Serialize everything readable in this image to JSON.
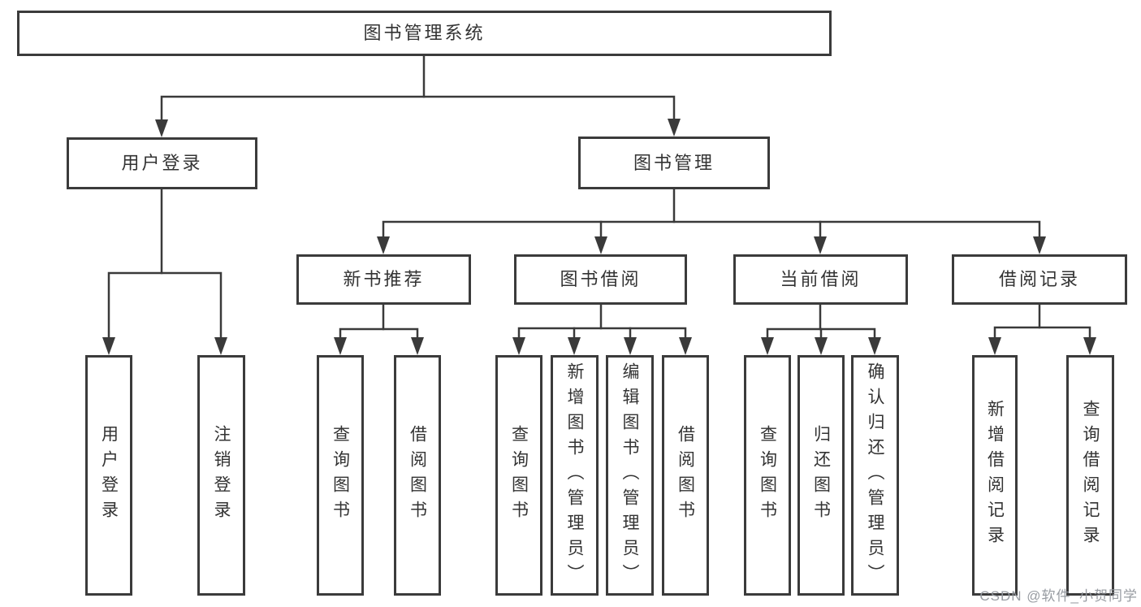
{
  "diagram": {
    "root": {
      "label": "图书管理系统"
    },
    "level2": [
      {
        "id": "user-login",
        "label": "用户登录"
      },
      {
        "id": "book-management",
        "label": "图书管理"
      }
    ],
    "level3": [
      {
        "id": "new-book-recommend",
        "parent": "图书管理",
        "label": "新书推荐"
      },
      {
        "id": "book-borrowing",
        "parent": "图书管理",
        "label": "图书借阅"
      },
      {
        "id": "current-borrowing",
        "parent": "图书管理",
        "label": "当前借阅"
      },
      {
        "id": "borrowing-records",
        "parent": "图书管理",
        "label": "借阅记录"
      }
    ],
    "leaves": [
      {
        "parent": "用户登录",
        "label": "用户登录"
      },
      {
        "parent": "用户登录",
        "label": "注销登录"
      },
      {
        "parent": "新书推荐",
        "label": "查询图书"
      },
      {
        "parent": "新书推荐",
        "label": "借阅图书"
      },
      {
        "parent": "图书借阅",
        "label": "查询图书"
      },
      {
        "parent": "图书借阅",
        "label": "新增图书（管理员）"
      },
      {
        "parent": "图书借阅",
        "label": "编辑图书（管理员）"
      },
      {
        "parent": "图书借阅",
        "label": "借阅图书"
      },
      {
        "parent": "当前借阅",
        "label": "查询图书"
      },
      {
        "parent": "当前借阅",
        "label": "归还图书"
      },
      {
        "parent": "当前借阅",
        "label": "确认归还（管理员）"
      },
      {
        "parent": "借阅记录",
        "label": "新增借阅记录"
      },
      {
        "parent": "借阅记录",
        "label": "查询借阅记录"
      }
    ],
    "watermark": "CSDN @软件_小贺同学",
    "colors": {
      "line": "#3a3a3a",
      "box_border": "#3b3b3b",
      "text": "#333333",
      "watermark": "#92979d",
      "background": "#ffffff"
    }
  }
}
